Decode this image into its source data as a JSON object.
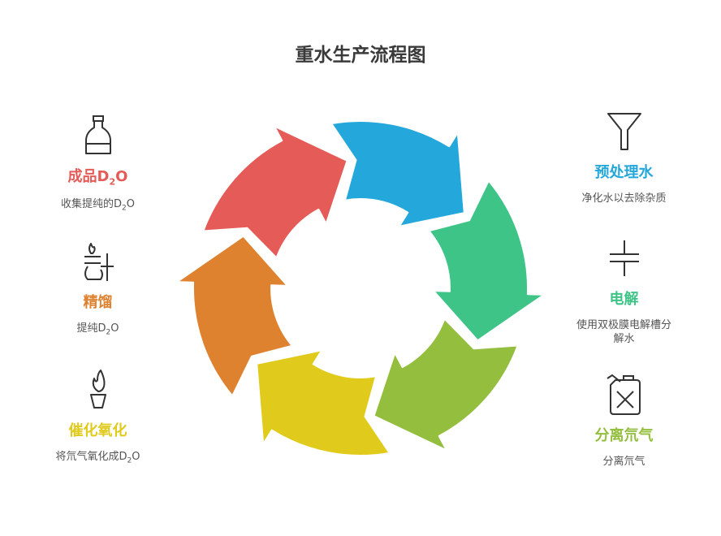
{
  "title": "重水生产流程图",
  "colors": {
    "red": "#E55B57",
    "blue": "#24A8DB",
    "green": "#3FC488",
    "olive": "#93BE3E",
    "yellow": "#E0CB1C",
    "orange": "#DE8230"
  },
  "steps": [
    {
      "id": "pretreat",
      "label": "预处理水",
      "desc": "净化水以去除杂质",
      "color": "#24A8DB",
      "icon": "funnel-icon"
    },
    {
      "id": "electrolysis",
      "label": "电解",
      "desc_line1": "使用双极膜电解槽分",
      "desc_line2": "解水",
      "color": "#3FC488",
      "icon": "capacitor-icon"
    },
    {
      "id": "separate",
      "label": "分离氘气",
      "desc": "分离氘气",
      "color": "#93BE3E",
      "icon": "gas-can-icon"
    },
    {
      "id": "oxidation",
      "label": "催化氧化",
      "desc_prefix": "将氘气氧化成D",
      "desc_sub": "2",
      "desc_suffix": "O",
      "color": "#E0CB1C",
      "icon": "torch-icon"
    },
    {
      "id": "distill",
      "label": "精馏",
      "desc_prefix": "提纯D",
      "desc_sub": "2",
      "desc_suffix": "O",
      "color": "#DE8230",
      "icon": "distillation-icon"
    },
    {
      "id": "product",
      "label_prefix": "成品D",
      "label_sub": "2",
      "label_suffix": "O",
      "desc_prefix": "收集提纯的D",
      "desc_sub": "2",
      "desc_suffix": "O",
      "color": "#E55B57",
      "icon": "bottle-icon"
    }
  ]
}
